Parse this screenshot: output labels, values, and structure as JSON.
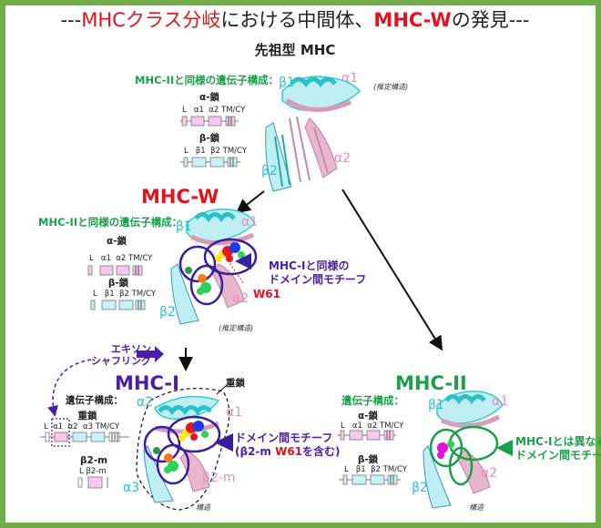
{
  "title": {
    "prefix": "---",
    "highlight1": "MHCクラス分岐",
    "middle": "における中間体、",
    "highlight2": "MHC-W",
    "suffix": "の発見---"
  },
  "ancestor": {
    "heading": "先祖型 MHC",
    "gene_heading": "MHC-IIと同様の遺伝子構成：",
    "alpha_chain": "α-鎖",
    "alpha_exons": [
      "L",
      "α1",
      "α2",
      "TM/CY"
    ],
    "beta_chain": "β-鎖",
    "beta_exons": [
      "L",
      "β1",
      "β2",
      "TM/CY"
    ],
    "domains": {
      "b1": "β1",
      "a1": "α1",
      "b2": "β2",
      "a2": "α2"
    },
    "note": "(推定構造)"
  },
  "mhcw": {
    "heading": "MHC-W",
    "gene_heading": "MHC-IIと同様の遺伝子構成：",
    "alpha_chain": "α-鎖",
    "alpha_exons": [
      "L",
      "α1",
      "α2",
      "TM/CY"
    ],
    "beta_chain": "β-鎖",
    "beta_exons": [
      "L",
      "β1",
      "β2",
      "TM/CY"
    ],
    "domains": {
      "b1": "β1",
      "a1": "α1",
      "b2": "β2",
      "a2": "α2"
    },
    "motif_line1": "MHC-Iと同様の",
    "motif_line2": "ドメイン間モチーフ",
    "residue": "W61",
    "note": "(推定構造)"
  },
  "exon_shuffling": {
    "line1": "エキソン",
    "line2": "シャフリング"
  },
  "mhci": {
    "heading": "MHC-I",
    "gene_heading": "遺伝子構成：",
    "heavy_chain": "重鎖",
    "heavy_exons": [
      "L",
      "α1",
      "α2",
      "α3",
      "TM/CY"
    ],
    "b2m_chain": "β2-m",
    "b2m_exons": [
      "L",
      "β2-m"
    ],
    "heavy_label": "重鎖",
    "domains": {
      "a2": "α2",
      "a1": "α1",
      "a3": "α3",
      "b2m": "β2-m"
    },
    "motif_line1": "ドメイン間モチーフ",
    "motif_line2_prefix": "(β2-m ",
    "motif_residue": "W61",
    "motif_line2_suffix": "を含む)",
    "note": "構造"
  },
  "mhcii": {
    "heading": "MHC-II",
    "gene_heading": "遺伝子構成：",
    "alpha_chain": "α-鎖",
    "alpha_exons": [
      "L",
      "α1",
      "α2",
      "TM/CY"
    ],
    "beta_chain": "β-鎖",
    "beta_exons": [
      "L",
      "β1",
      "β2",
      "TM/CY"
    ],
    "domains": {
      "b1": "β1",
      "a1": "α1",
      "b2": "β2",
      "a2": "α2"
    },
    "motif_line1": "MHC-Iとは異なる",
    "motif_line2": "ドメイン間モチーフ",
    "note": "構造"
  },
  "colors": {
    "border": "#70ad47",
    "red": "#e0141e",
    "purple": "#4a1ea8",
    "green": "#1aa04a",
    "cyan": "#27c4cc",
    "pink": "#e890b8",
    "exon_pink": "#f7c8ee",
    "exon_cyan": "#c8f2f6"
  }
}
